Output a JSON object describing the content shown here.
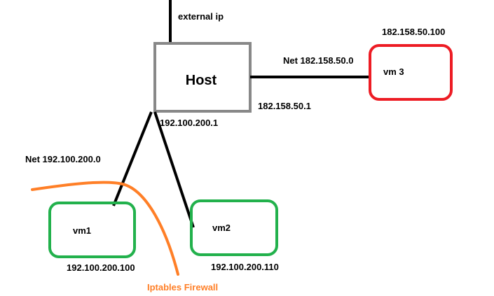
{
  "diagram": {
    "colors": {
      "host_border": "#888888",
      "link": "#000000",
      "vm_green": "#22b14c",
      "vm_red": "#ed1c24",
      "firewall": "#ff7f27",
      "text": "#000000"
    },
    "host": {
      "label": "Host",
      "uplink_label": "external ip",
      "right_ip": "182.158.50.1",
      "bottom_ip": "192.100.200.1"
    },
    "networks": {
      "right_net": "Net 182.158.50.0",
      "bottom_net": "Net 192.100.200.0"
    },
    "vms": {
      "vm3": {
        "label": "vm 3",
        "ip": "182.158.50.100"
      },
      "vm1": {
        "label": "vm1",
        "ip": "192.100.200.100"
      },
      "vm2": {
        "label": "vm2",
        "ip": "192.100.200.110"
      }
    },
    "firewall": {
      "label": "Iptables Firewall"
    }
  }
}
